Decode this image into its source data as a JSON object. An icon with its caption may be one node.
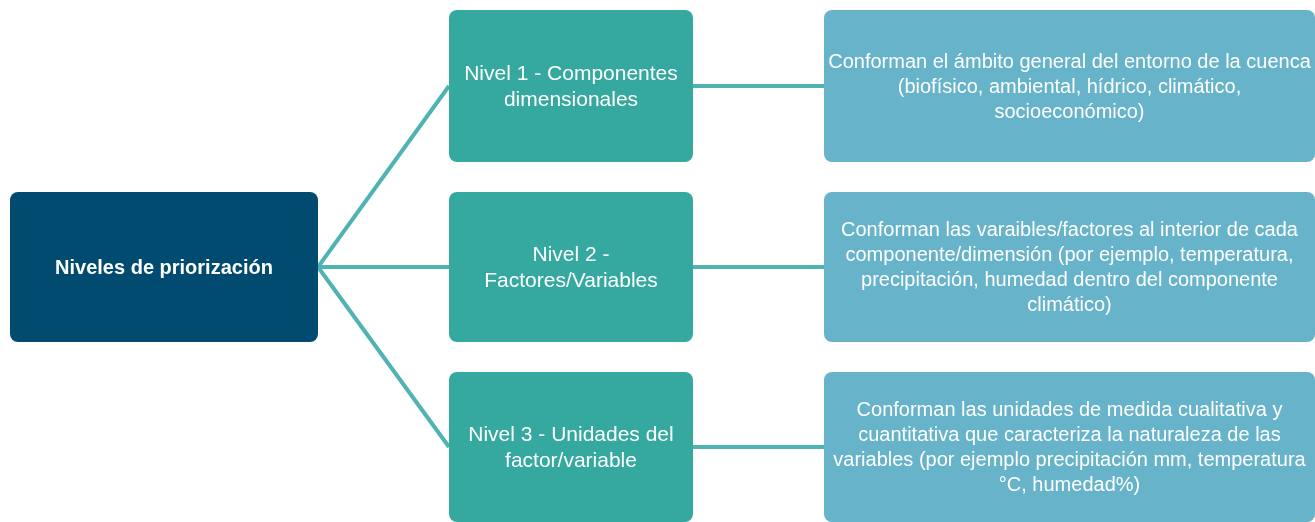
{
  "diagram": {
    "nodes": [
      {
        "text": [
          "Niveles de priorización"
        ]
      },
      {
        "text": [
          "Nivel 1 - Componentes dimensionales"
        ]
      },
      {
        "text": [
          "Nivel 2 - Factores/Variables"
        ]
      },
      {
        "text": [
          "Nivel 3 - Unidades del factor/variable"
        ]
      },
      {
        "text": [
          "Conforman el ámbito general del entorno de la cuenca (biofísico, ambiental, hídrico, climático, socioeconómico)"
        ]
      },
      {
        "text": [
          "Conforman las varaibles/factores al interior de cada componente/dimensión (por ejemplo, temperatura, precipitación, humedad dentro del componente climático)"
        ]
      },
      {
        "text": [
          "Conforman las unidades de medida cualitativa y cuantitativa que caracteriza la naturaleza de las variables (por ejemplo precipitación mm, temperatura °C, humedad%)"
        ]
      }
    ],
    "edges": [
      {
        "from": 0,
        "to": 1,
        "arrow": "none"
      },
      {
        "from": 0,
        "to": 2,
        "arrow": "none"
      },
      {
        "from": 0,
        "to": 3,
        "arrow": "none"
      },
      {
        "from": 1,
        "to": 4,
        "arrow": "none"
      },
      {
        "from": 2,
        "to": 5,
        "arrow": "none"
      },
      {
        "from": 3,
        "to": 6,
        "arrow": "none"
      }
    ]
  }
}
